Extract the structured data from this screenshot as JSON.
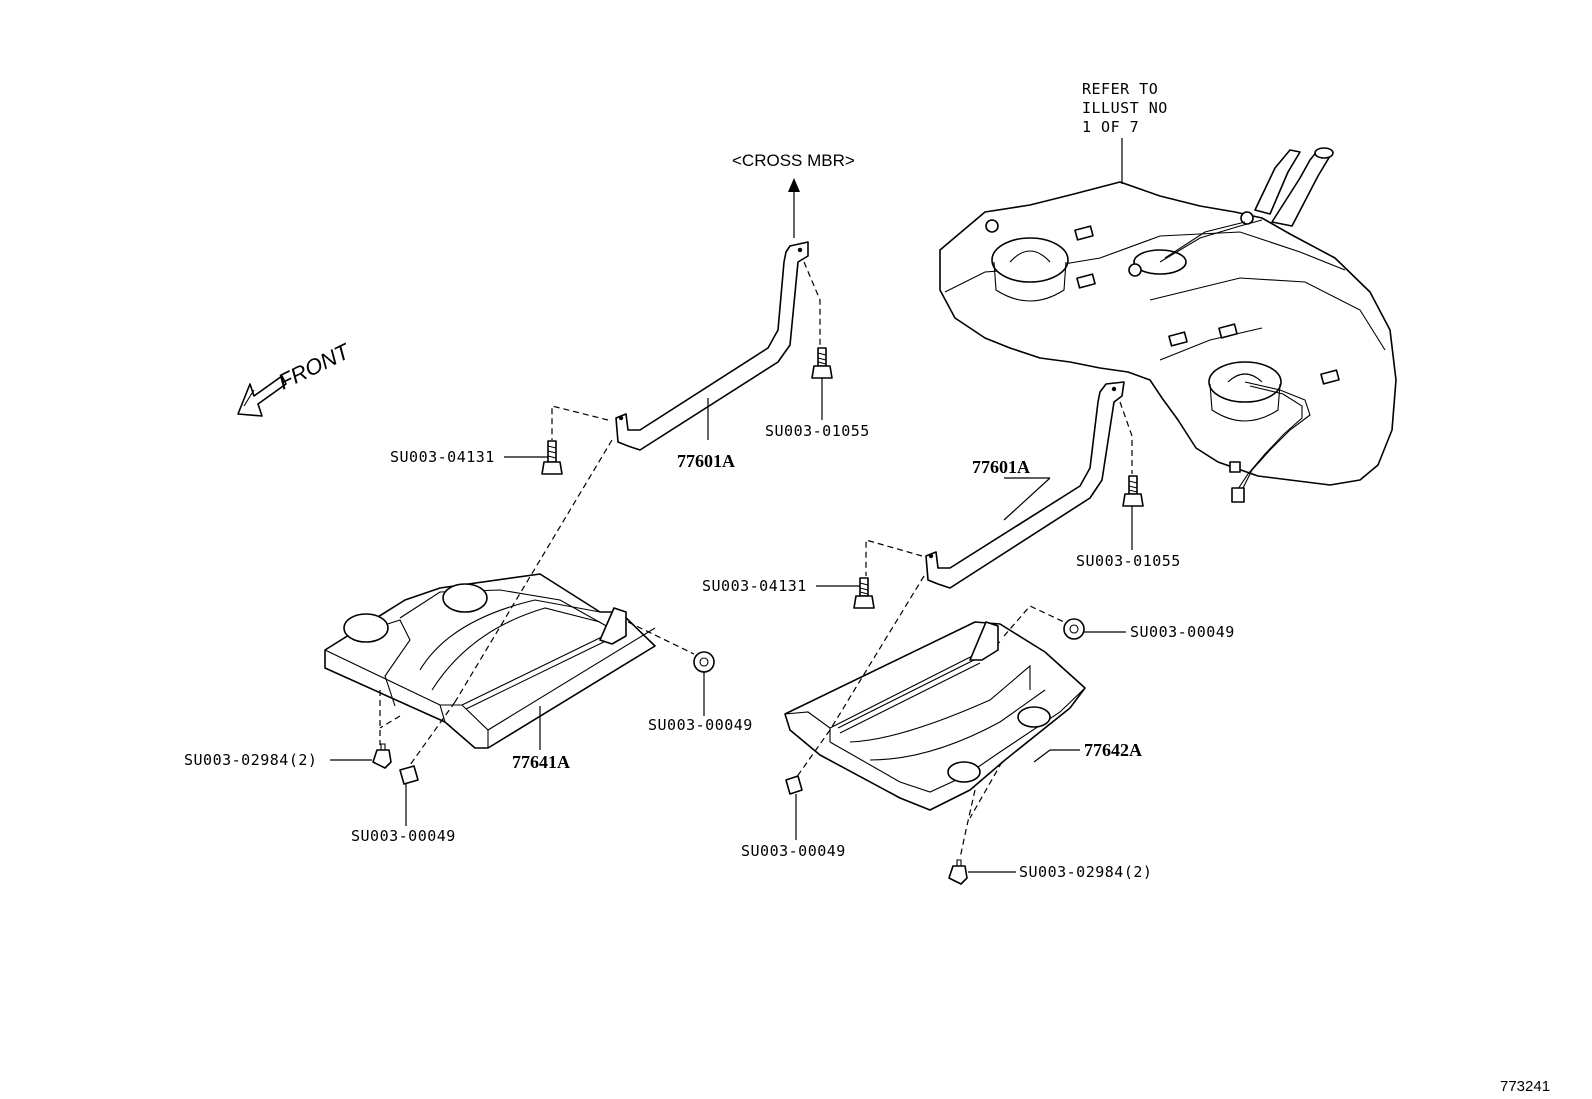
{
  "labels": {
    "cross_mbr": "<CROSS MBR>",
    "front": "FRONT",
    "refer_line1": "REFER TO",
    "refer_line2": "ILLUST NO",
    "refer_line3": "1 OF 7",
    "part_77601a_left": "77601A",
    "part_77601a_right": "77601A",
    "part_77641a": "77641A",
    "part_77642a": "77642A",
    "su_04131_left": "SU003-04131",
    "su_01055_left": "SU003-01055",
    "su_00049_left_nut": "SU003-00049",
    "su_02984_left": "SU003-02984(2)",
    "su_00049_left_clip": "SU003-00049",
    "su_04131_right": "SU003-04131",
    "su_01055_right": "SU003-01055",
    "su_00049_right_nut": "SU003-00049",
    "su_00049_right_clip": "SU003-00049",
    "su_02984_right": "SU003-02984(2)",
    "illustration_number": "773241"
  },
  "icons": [
    "front-arrow-icon",
    "up-arrow-icon",
    "bolt-icon",
    "nut-icon",
    "clip-icon",
    "fuel-tank-drawing"
  ]
}
